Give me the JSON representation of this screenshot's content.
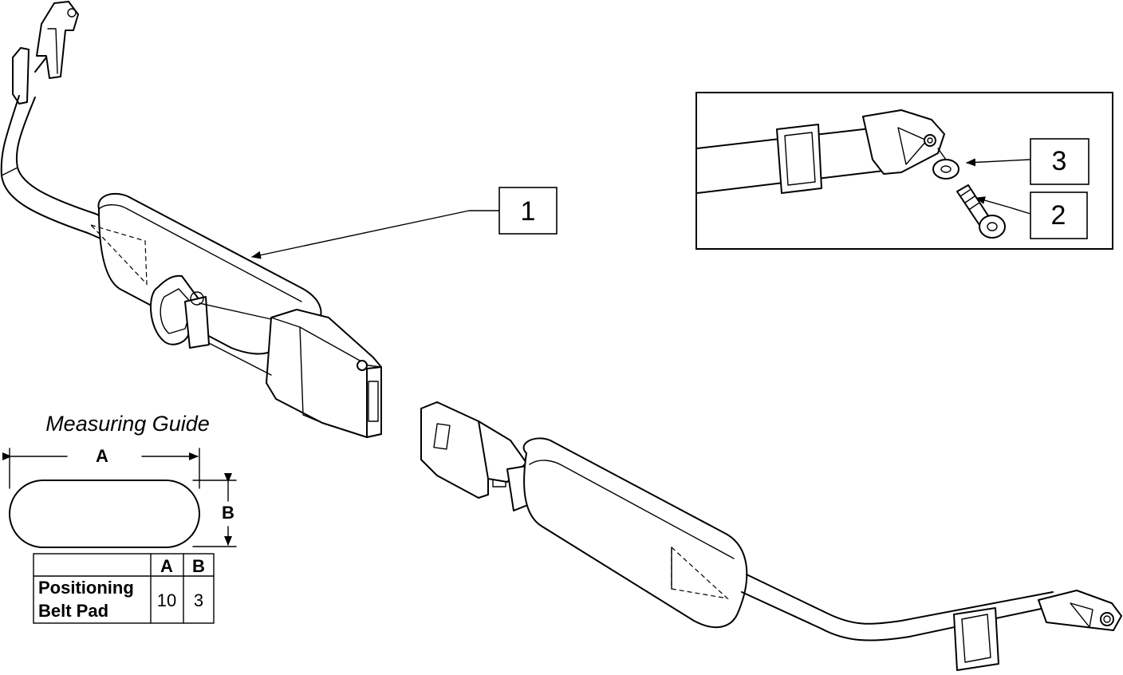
{
  "callouts": [
    {
      "id": "1",
      "label": "1"
    },
    {
      "id": "2",
      "label": "2"
    },
    {
      "id": "3",
      "label": "3"
    }
  ],
  "measuring_guide": {
    "title": "Measuring Guide",
    "dim_a": "A",
    "dim_b": "B"
  },
  "table": {
    "headers": [
      "",
      "A",
      "B"
    ],
    "rows": [
      {
        "label_line1": "Positioning",
        "label_line2": "Belt Pad",
        "a": "10",
        "b": "3"
      }
    ]
  }
}
